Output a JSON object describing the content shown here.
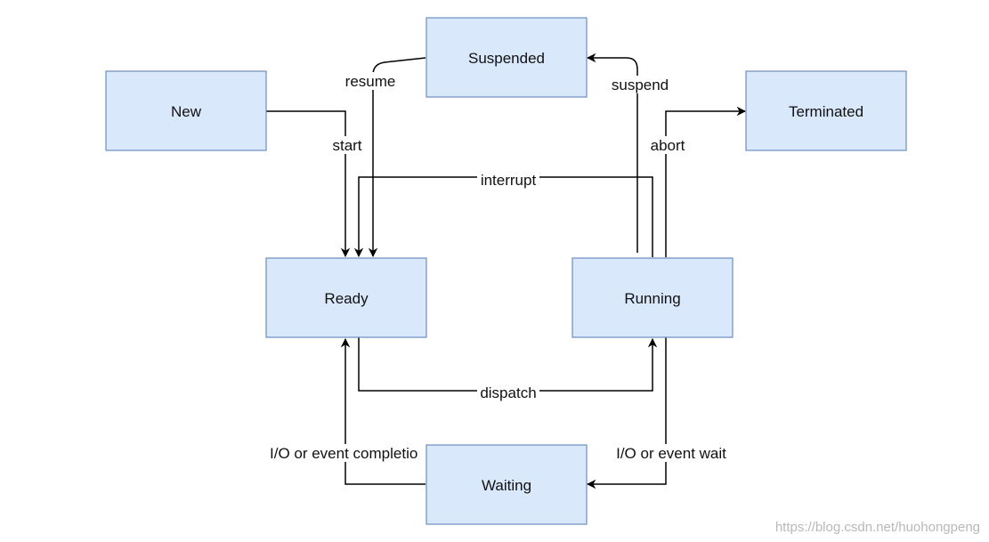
{
  "colors": {
    "node_fill": "#dae8fc",
    "node_stroke": "#6c8ebf",
    "edge": "#000000"
  },
  "states": {
    "new": "New",
    "suspended": "Suspended",
    "terminated": "Terminated",
    "ready": "Ready",
    "running": "Running",
    "waiting": "Waiting"
  },
  "transitions": {
    "start": "start",
    "resume": "resume",
    "suspend": "suspend",
    "abort": "abort",
    "interrupt": "interrupt",
    "dispatch": "dispatch",
    "io_completion": "I/O or event completio",
    "io_wait": "I/O or event wait"
  },
  "watermark": "https://blog.csdn.net/huohongpeng"
}
